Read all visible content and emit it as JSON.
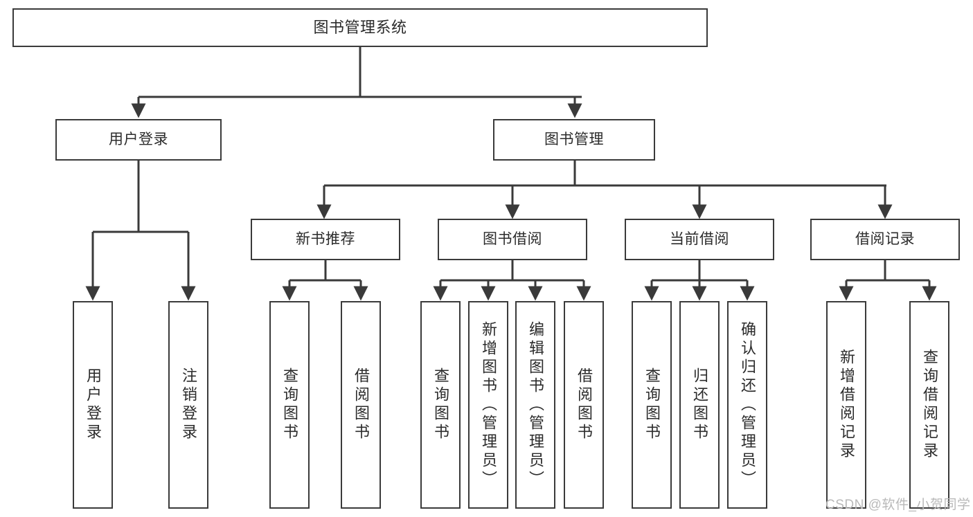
{
  "diagram": {
    "title": "图书管理系统",
    "type": "hierarchy-tree",
    "watermark": "CSDN @软件_小贺同学",
    "colors": {
      "box_border": "#3a3a3a",
      "box_fill": "#ffffff",
      "line": "#3a3a3a",
      "text": "#2b2b2b",
      "watermark": "#b9b9b9"
    },
    "root": {
      "label": "图书管理系统"
    },
    "level2": [
      {
        "label": "用户登录"
      },
      {
        "label": "图书管理"
      }
    ],
    "level3": [
      {
        "label": "新书推荐"
      },
      {
        "label": "图书借阅"
      },
      {
        "label": "当前借阅"
      },
      {
        "label": "借阅记录"
      }
    ],
    "leaves": {
      "user_login": [
        {
          "label": "用户登录"
        },
        {
          "label": "注销登录"
        }
      ],
      "new_book_recommend": [
        {
          "label": "查询图书"
        },
        {
          "label": "借阅图书"
        }
      ],
      "book_borrow": [
        {
          "label": "查询图书"
        },
        {
          "label": "新增图书（管理员）"
        },
        {
          "label": "编辑图书（管理员）"
        },
        {
          "label": "借阅图书"
        }
      ],
      "current_borrow": [
        {
          "label": "查询图书"
        },
        {
          "label": "归还图书"
        },
        {
          "label": "确认归还（管理员）"
        }
      ],
      "borrow_record": [
        {
          "label": "新增借阅记录"
        },
        {
          "label": "查询借阅记录"
        }
      ]
    }
  }
}
